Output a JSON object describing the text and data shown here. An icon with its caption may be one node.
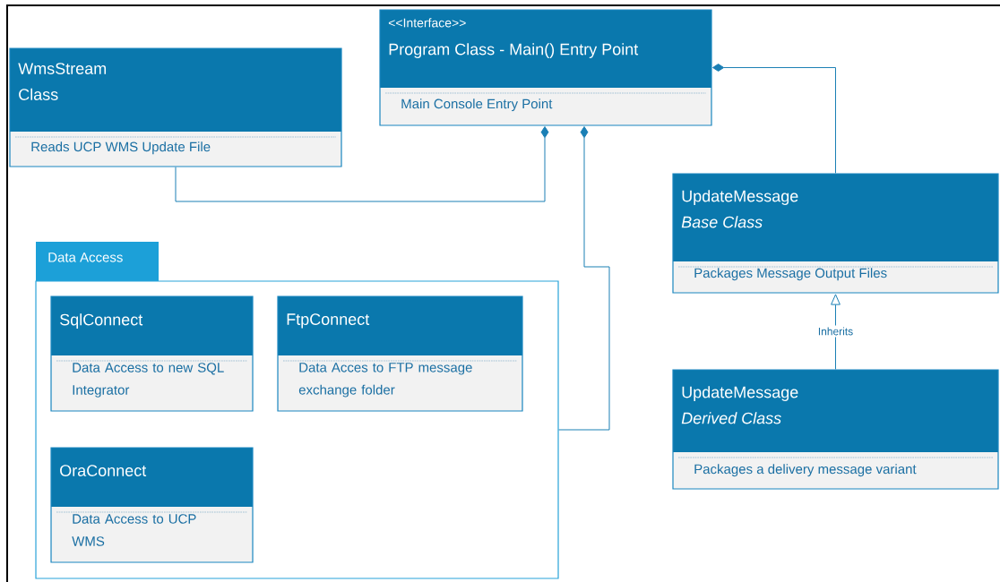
{
  "diagram": {
    "nodes": [
      {
        "text": [
          "<<Interface>>",
          "Program Class - Main() Entry Point",
          "Main Console Entry Point"
        ]
      },
      {
        "text": [
          "WmsStream Class",
          "Reads UCP WMS Update File"
        ]
      },
      {
        "text": [
          "Data Access"
        ]
      },
      {
        "text": [
          "SqlConnect",
          "Data Access to new SQL Integrator"
        ],
        "in": 2
      },
      {
        "text": [
          "FtpConnect",
          "Data Acces to FTP message exchange folder"
        ],
        "in": 2
      },
      {
        "text": [
          "OraConnect",
          "Data Access to UCP WMS"
        ],
        "in": 2
      },
      {
        "text": [
          "UpdateMessage",
          "Base Class",
          "Packages Message Output Files"
        ]
      },
      {
        "text": [
          "UpdateMessage",
          "Derived Class",
          "Packages a delivery message variant"
        ]
      }
    ],
    "edges": [
      {
        "from": 1,
        "to": 0,
        "arrow": "other"
      },
      {
        "from": 2,
        "to": 0,
        "arrow": "other"
      },
      {
        "from": 6,
        "to": 0,
        "arrow": "other"
      },
      {
        "from": 7,
        "to": 6,
        "arrow": "to",
        "label": "Inherits"
      }
    ]
  }
}
